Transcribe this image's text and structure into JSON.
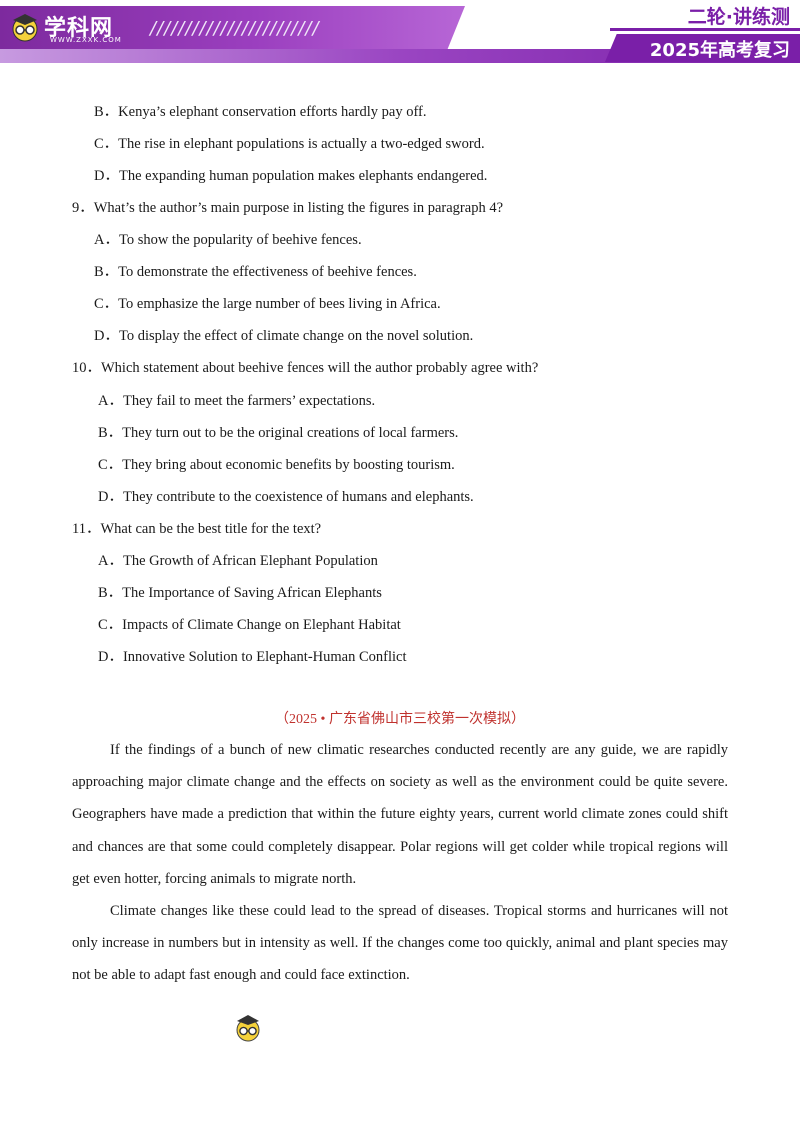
{
  "header": {
    "logo_text": "学科网",
    "logo_url": "WWW.ZXXK.COM",
    "stripes": "////////////////////////",
    "series": "二轮·讲练测",
    "year": "2025年高考复习"
  },
  "q8_options": [
    "B．Kenya’s elephant conservation efforts hardly pay off.",
    "C．The rise in elephant populations is actually a two-edged sword.",
    "D．The expanding human population makes elephants endangered."
  ],
  "q9": {
    "stem": "9．What’s the author’s main purpose in listing the figures in paragraph 4?",
    "options": [
      "A．To show the popularity of beehive fences.",
      "B．To demonstrate the effectiveness of beehive fences.",
      "C．To emphasize the large number of bees living in Africa.",
      "D．To display the effect of climate change on the novel solution."
    ]
  },
  "q10": {
    "stem": "10．Which statement about beehive fences will the author probably agree with?",
    "options": [
      "A．They fail to meet the farmers’ expectations.",
      "B．They turn out to be the original creations of local farmers.",
      "C．They bring about economic benefits by boosting tourism.",
      "D．They contribute to the coexistence of humans and elephants."
    ]
  },
  "q11": {
    "stem": "11．What can be the best title for the text?",
    "options": [
      "A．The Growth of African Elephant Population",
      "B．The Importance of Saving African Elephants",
      "C．Impacts of Climate Change on Elephant Habitat",
      "D．Innovative Solution to Elephant-Human Conflict"
    ]
  },
  "source": "（2025 • 广东省佛山市三校第一次模拟）",
  "paragraphs": [
    "If the findings of a bunch of new climatic researches conducted recently are any guide, we are rapidly approaching major climate change and the effects on society as well as the environment could be quite severe. Geographers have made a prediction that within the future eighty years, current world climate zones could shift and chances are that some could completely disappear. Polar regions will get colder while tropical regions will get even hotter, forcing animals to migrate north.",
    "Climate changes like these could lead to the spread of diseases. Tropical storms and hurricanes will not only increase in numbers but in intensity as well. If the changes come too quickly, animal and plant species may not be able to adapt fast enough and could face extinction."
  ],
  "colors": {
    "brand_purple": "#7a1fa8",
    "source_red": "#c0322e"
  }
}
